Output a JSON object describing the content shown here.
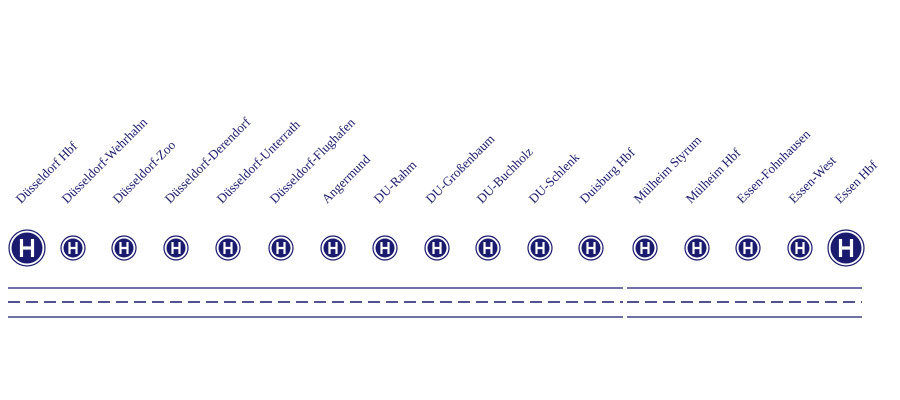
{
  "colors": {
    "line": "#1a1a6e",
    "background": "#ffffff"
  },
  "stop_icon": "bus-stop-h-icon",
  "stations": [
    {
      "name": "Düsseldorf Hbf",
      "major": true
    },
    {
      "name": "Düsseldorf-Wehrhahn",
      "major": false
    },
    {
      "name": "Düsseldorf-Zoo",
      "major": false
    },
    {
      "name": "Düsseldorf-Derendorf",
      "major": false
    },
    {
      "name": "Düsseldorf-Unterrath",
      "major": false
    },
    {
      "name": "Düsseldorf-Flughafen",
      "major": false
    },
    {
      "name": "Angermund",
      "major": false
    },
    {
      "name": "DU-Rahm",
      "major": false
    },
    {
      "name": "DU-Großenbaum",
      "major": false
    },
    {
      "name": "DU-Buchholz",
      "major": false
    },
    {
      "name": "DU-Schlenk",
      "major": false
    },
    {
      "name": "Duisburg Hbf",
      "major": false
    },
    {
      "name": "Mülheim Styrum",
      "major": false
    },
    {
      "name": "Mülheim Hbf",
      "major": false
    },
    {
      "name": "Essen-Fohnhausen",
      "major": false
    },
    {
      "name": "Essen-West",
      "major": false
    },
    {
      "name": "Essen Hbf",
      "major": true
    }
  ]
}
